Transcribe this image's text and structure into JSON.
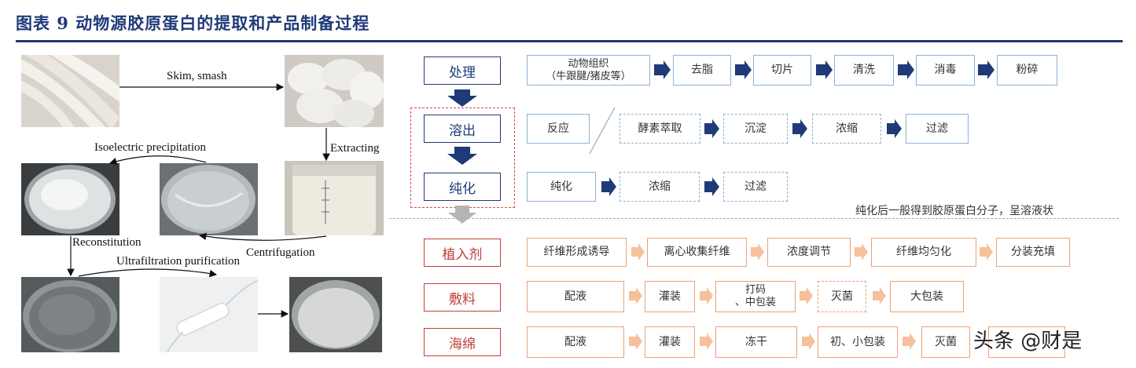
{
  "figure": {
    "title": "图表 9   动物源胶原蛋白的提取和产品制备过程",
    "photo_captions": {
      "skim": "Skim, smash",
      "extracting": "Extracting",
      "isoelectric": "Isoelectric precipitation",
      "centrifugation": "Centrifugation",
      "reconstitution": "Reconstitution",
      "ultrafiltration": "Ultrafiltration purification"
    },
    "stages_top": {
      "process": "处理",
      "dissolve": "溶出",
      "purify": "纯化"
    },
    "process_row": [
      "动物组织\n（牛跟腱/猪皮等）",
      "去脂",
      "切片",
      "清洗",
      "消毒",
      "粉碎"
    ],
    "dissolve_row": {
      "react": "反应",
      "steps": [
        "酵素萃取",
        "沉淀",
        "浓缩",
        "过滤"
      ]
    },
    "purify_row": [
      "纯化",
      "浓缩",
      "过滤"
    ],
    "note": "纯化后一般得到胶原蛋白分子，呈溶液状",
    "products": {
      "implant": {
        "label": "植入剂",
        "steps": [
          "纤维形成诱导",
          "离心收集纤维",
          "浓度调节",
          "纤维均匀化",
          "分装充填"
        ]
      },
      "dressing": {
        "label": "敷料",
        "steps": [
          "配液",
          "灌装",
          "打码\n、中包装",
          "灭菌",
          "大包装"
        ]
      },
      "sponge": {
        "label": "海绵",
        "steps": [
          "配液",
          "灌装",
          "冻干",
          "初、小包装",
          "灭菌"
        ]
      }
    },
    "watermark": "头条 @财是",
    "colors": {
      "navy": "#1f3a78",
      "blue_border": "#8fb3d6",
      "orange_border": "#efa076",
      "orange_arrow": "#f6c09c",
      "red": "#c0403a"
    }
  }
}
